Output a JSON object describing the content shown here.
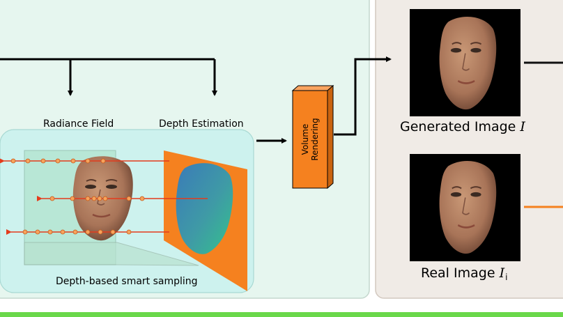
{
  "colors": {
    "left_panel_bg": "#e6f6ef",
    "right_panel_bg": "#f0ebe6",
    "sampling_box_bg": "#cdf2ee",
    "volume_box": "#f5811f",
    "ray": "#e43b1c",
    "sample_point": "#f6a35c",
    "generated_line": "#111111",
    "real_line": "#f5811f",
    "bottom_strip": "#6ad84a"
  },
  "labels": {
    "radiance_field": "Radiance Field",
    "depth_estimation": "Depth Estimation",
    "smart_sampling": "Depth-based smart sampling",
    "volume_rendering_line1": "Volume",
    "volume_rendering_line2": "Rendering",
    "generated_image": "Generated Image",
    "generated_symbol": "I",
    "real_image": "Real Image",
    "real_symbol": "I",
    "real_subscript": "i"
  },
  "icons": {
    "face": "face-render",
    "depth_map": "depth-map-image"
  }
}
